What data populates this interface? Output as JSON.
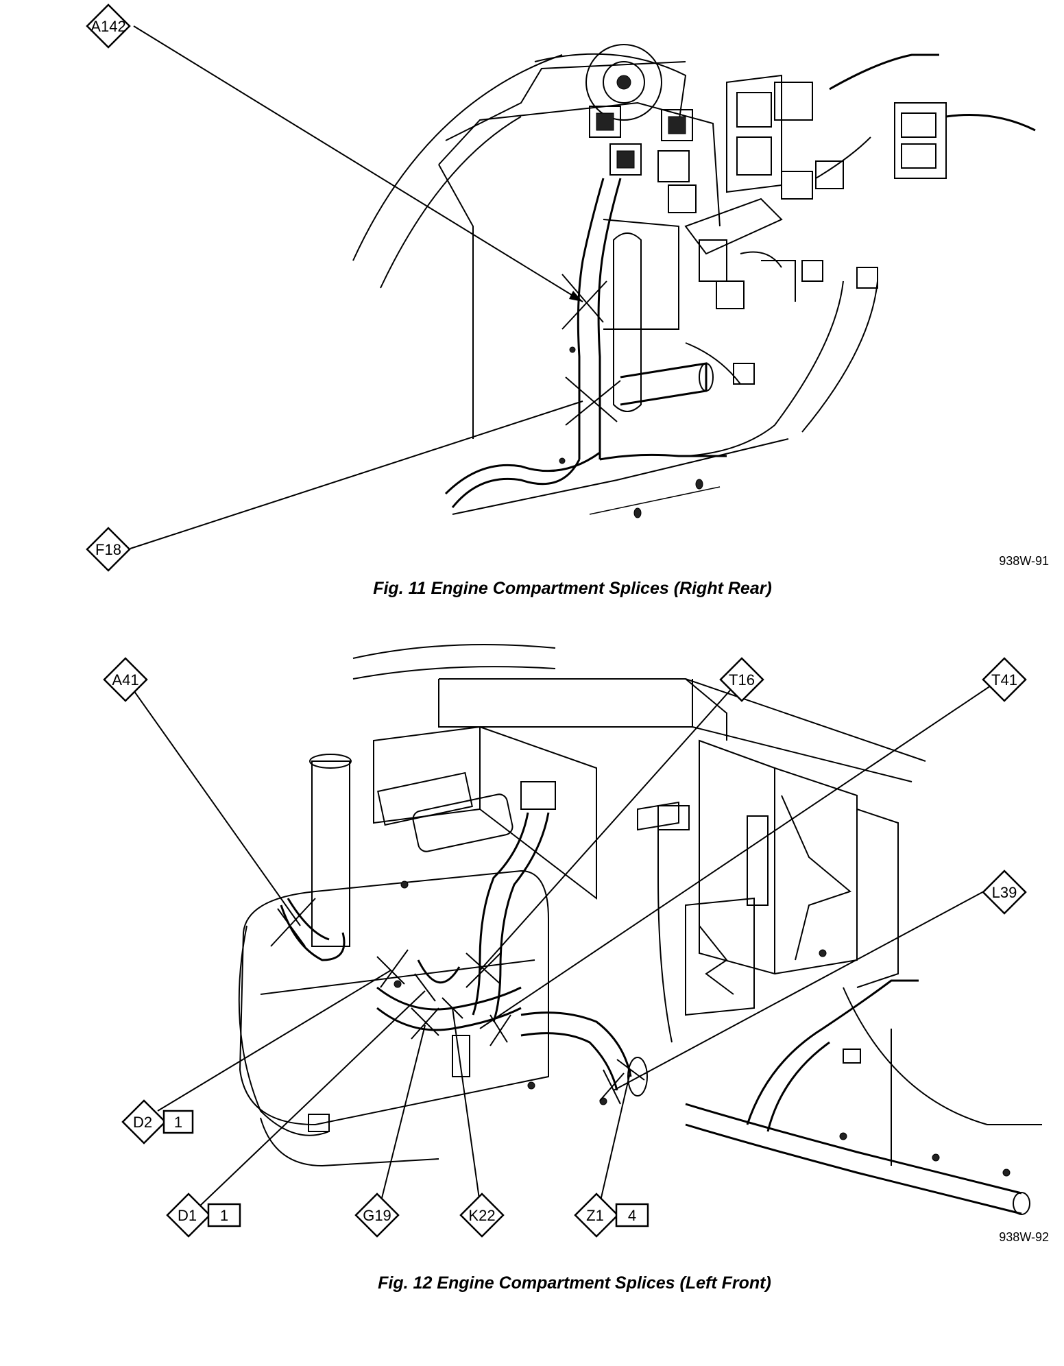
{
  "figure11": {
    "caption": "Fig. 11 Engine Compartment Splices (Right Rear)",
    "code": "938W-91",
    "callouts": [
      {
        "id": "A142"
      },
      {
        "id": "F18"
      }
    ]
  },
  "figure12": {
    "caption": "Fig. 12 Engine Compartment Splices (Left Front)",
    "code": "938W-92",
    "callouts": [
      {
        "id": "A41"
      },
      {
        "id": "T16"
      },
      {
        "id": "T41"
      },
      {
        "id": "L39"
      },
      {
        "id": "D2",
        "count": "1"
      },
      {
        "id": "D1",
        "count": "1"
      },
      {
        "id": "G19"
      },
      {
        "id": "K22"
      },
      {
        "id": "Z1",
        "count": "4"
      }
    ]
  }
}
